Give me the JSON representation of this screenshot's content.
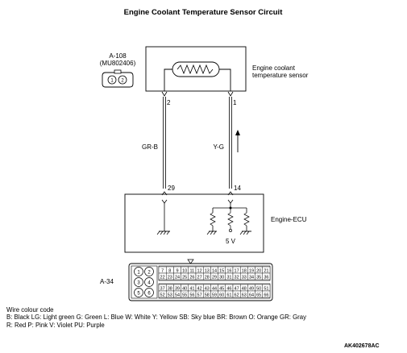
{
  "title": "Engine Coolant Temperature Sensor Circuit",
  "sensor_connector": {
    "id": "A-108",
    "part": "(MU802406)",
    "pins": [
      "1",
      "2"
    ]
  },
  "sensor": {
    "label_line1": "Engine coolant",
    "label_line2": "temperature sensor"
  },
  "wires": [
    {
      "sensor_pin": "2",
      "color_code": "GR-B",
      "ecu_pin": "29"
    },
    {
      "sensor_pin": "1",
      "color_code": "Y-G",
      "ecu_pin": "14"
    }
  ],
  "ecu": {
    "label": "Engine-ECU",
    "voltage": "5 V"
  },
  "ecu_connector": {
    "id": "A-34",
    "left_pins": [
      "1",
      "2",
      "3",
      "4",
      "5",
      "6"
    ],
    "row1": [
      "7",
      "8",
      "9",
      "10",
      "11",
      "12",
      "13",
      "14",
      "15",
      "16",
      "17",
      "18",
      "19",
      "20",
      "21"
    ],
    "row2": [
      "22",
      "23",
      "24",
      "25",
      "26",
      "27",
      "28",
      "29",
      "30",
      "31",
      "32",
      "33",
      "34",
      "35",
      "36"
    ],
    "row3": [
      "37",
      "38",
      "39",
      "40",
      "41",
      "42",
      "43",
      "44",
      "45",
      "46",
      "47",
      "48",
      "49",
      "50",
      "51"
    ],
    "row4": [
      "52",
      "53",
      "54",
      "55",
      "56",
      "57",
      "58",
      "59",
      "60",
      "61",
      "62",
      "63",
      "64",
      "65",
      "66"
    ]
  },
  "wire_colour_code": {
    "heading": "Wire colour code",
    "line1": "B: Black  LG: Light green  G: Green  L: Blue  W: White  Y: Yellow  SB: Sky blue  BR: Brown  O: Orange  GR: Gray",
    "line2": "R: Red  P: Pink  V: Violet  PU: Purple"
  },
  "figure_id": "AK402678AC"
}
